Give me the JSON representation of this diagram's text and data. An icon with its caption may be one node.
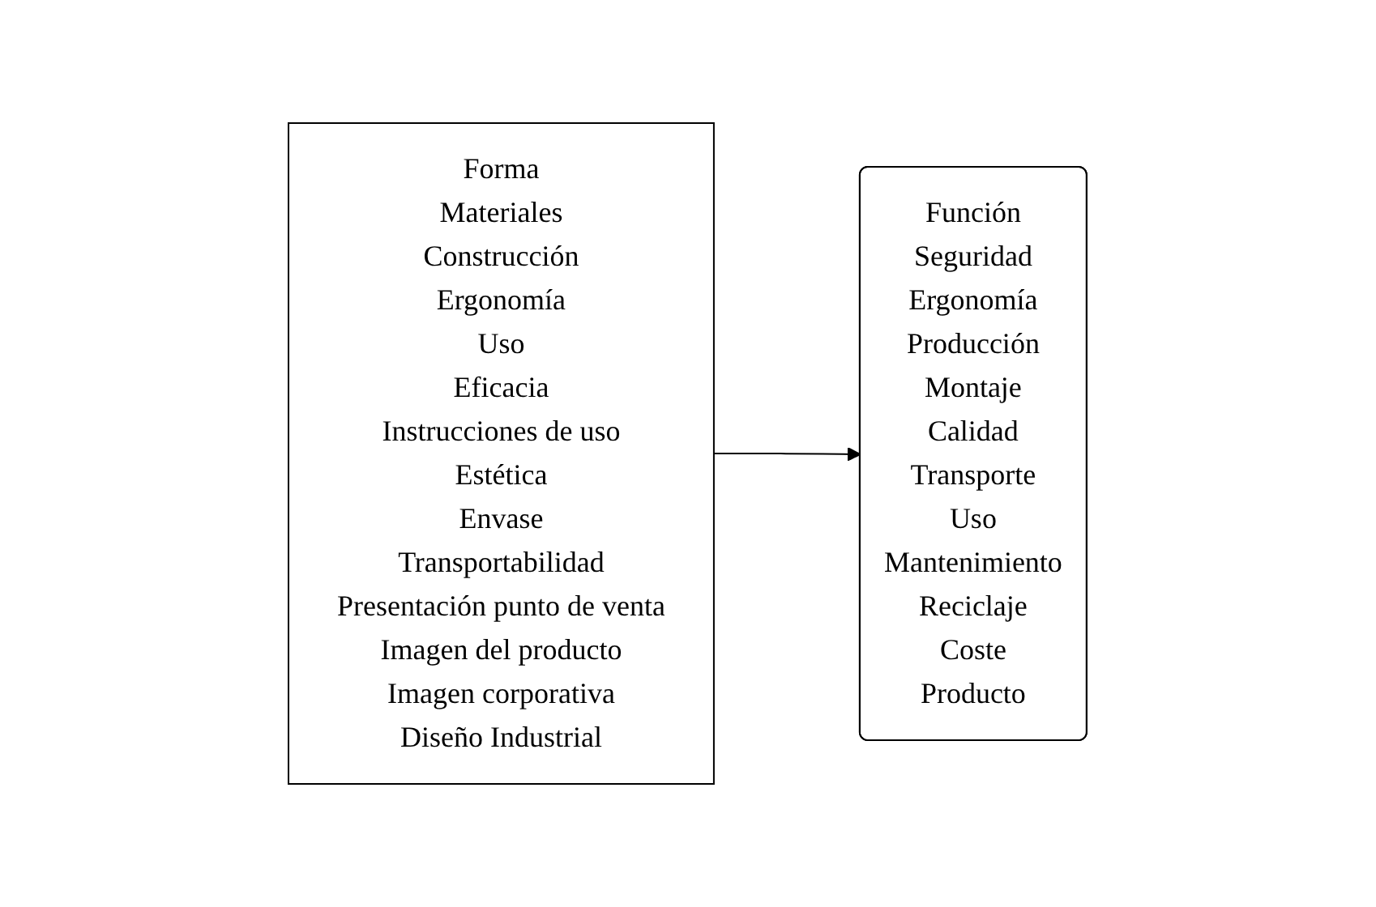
{
  "diagram": {
    "nodes": [
      {
        "text": [
          "Forma",
          "Materiales",
          "Construcción",
          "Ergonomía",
          "Uso",
          "Eficacia",
          "Instrucciones de uso",
          "Estética",
          "Envase",
          "Transportabilidad",
          "Presentación punto de venta",
          "Imagen del producto",
          "Imagen corporativa",
          "Diseño Industrial"
        ]
      },
      {
        "text": [
          "Función",
          "Seguridad",
          "Ergonomía",
          "Producción",
          "Montaje",
          "Calidad",
          "Transporte",
          "Uso",
          "Mantenimiento",
          "Reciclaje",
          "Coste",
          "Producto"
        ]
      }
    ],
    "edges": [
      {
        "from": 0,
        "to": 1,
        "arrow": "to"
      }
    ]
  }
}
